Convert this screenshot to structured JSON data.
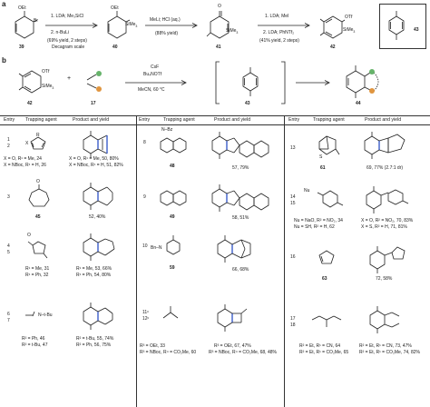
{
  "panel_a": {
    "letter": "a",
    "c39": "39",
    "c40": "40",
    "c41": "41",
    "c42": "42",
    "c43": "43",
    "oet_1": "OEt",
    "oet_2": "OEt",
    "br": "Br",
    "sime3_1": "SiMe",
    "sime3_2": "SiMe",
    "sime3_3": "SiMe",
    "o_41": "O",
    "otf_42": "OTf",
    "step1_l1": "1. LDA; Me₃SiCl",
    "step1_l2": "2. n-BuLi",
    "step1_yield": "(69% yield, 2 steps)",
    "step1_scale": "Decagram scale",
    "step2": "MeLi; HCl (aq.)",
    "step2_yield": "(88% yield)",
    "step3_l1": "1. LDA; MeI",
    "step3_l2": "2. LDA; PhNTf₂",
    "step3_yield": "(41% yield, 2 steps)"
  },
  "panel_b": {
    "letter": "b",
    "c42": "42",
    "c17": "17",
    "c43": "43",
    "c44": "44",
    "otf": "OTf",
    "sime3": "SiMe",
    "plus": "+",
    "cond1": "CsF",
    "cond2": "Bu₄NOTf",
    "cond3": "MeCN, 60 °C"
  },
  "table": {
    "headers": [
      "Entry",
      "Trapping agent",
      "Product and yield",
      "Entry",
      "Trapping agent",
      "Product and yield",
      "Entry",
      "Trapping agent",
      "Product and yield"
    ],
    "col1": {
      "e1": "1",
      "e2": "2",
      "r1_x": "X",
      "r1_r": "R",
      "r1_cap1": "X = O, R¹ = Me, 24",
      "r1_cap2": "X = NBoc, R¹ = H, 26",
      "r1_prod1": "X = O, R¹ = Me, 50, 80%",
      "r1_prod2": "X = NBoc, R¹ = H, 51, 82%",
      "e3": "3",
      "r3_o": "O",
      "r3_agent": "45",
      "r3_prod": "52, 40%",
      "e4": "4",
      "e5": "5",
      "r4_cap1": "R¹ = Me, 31",
      "r4_cap2": "R¹ = Ph, 32",
      "r4_prod1": "R¹ = Me, 53, 66%",
      "r4_prod2": "R¹ = Ph, 54, 80%",
      "e6": "6",
      "e7": "7",
      "r6_cap1": "R² = Ph, 46",
      "r6_cap2": "R² = t-Bu, 47",
      "r6_prod1": "R² = t-Bu, 55, 74%",
      "r6_prod2": "R² = Ph, 56, 75%",
      "r6_agent_lbl": "N–t-Bu"
    },
    "col2": {
      "e8": "8",
      "r8_agent": "48",
      "r8_bz": "N–Bz",
      "r8_prod": "57, 79%",
      "e9": "9",
      "r9_agent": "49",
      "r9_prod": "58, 51%",
      "e10": "10",
      "r10_agent": "59",
      "r10_bn": "Bn–N",
      "r10_prod": "66, 68%",
      "e11": "11ᶜ",
      "e12": "12ᶜ",
      "r11_cap1": "R³ = OEt, 33",
      "r11_cap2": "R³ = NBoc, R⁴ = CO₂Me, 60",
      "r11_prod1": "R³ = OEt, 67, 47%",
      "r11_prod2": "R³ = NBoc, R⁴ = CO₂Me, 68, 48%"
    },
    "col3": {
      "e13": "13",
      "r13_agent": "61",
      "r13_s": "S",
      "r13_prod": "69, 77% (2.7:1 dr)",
      "e14": "14",
      "e15": "15",
      "r14_nu": "Nu",
      "r14_cap1": "Nu = NaO, R² = NO₂, 34",
      "r14_cap2": "Nu = SH, R² = H, 62",
      "r14_prod1": "X = O, R² = NO₂, 70, 83%",
      "r14_prod2": "X = S, R² = H, 71, 81%",
      "e16": "16",
      "r16_agent": "63",
      "r16_prod": "72, 58%",
      "e17": "17",
      "e18": "18",
      "r17_cap1": "R² = Et, R¹ = CN, 64",
      "r17_cap2": "R² = Et, R¹ = CO₂Me, 65",
      "r17_prod1": "R² = Et, R¹ = CN, 73, 47%",
      "r17_prod2": "R² = Et, R¹ = CO₂Me, 74, 82%"
    }
  }
}
